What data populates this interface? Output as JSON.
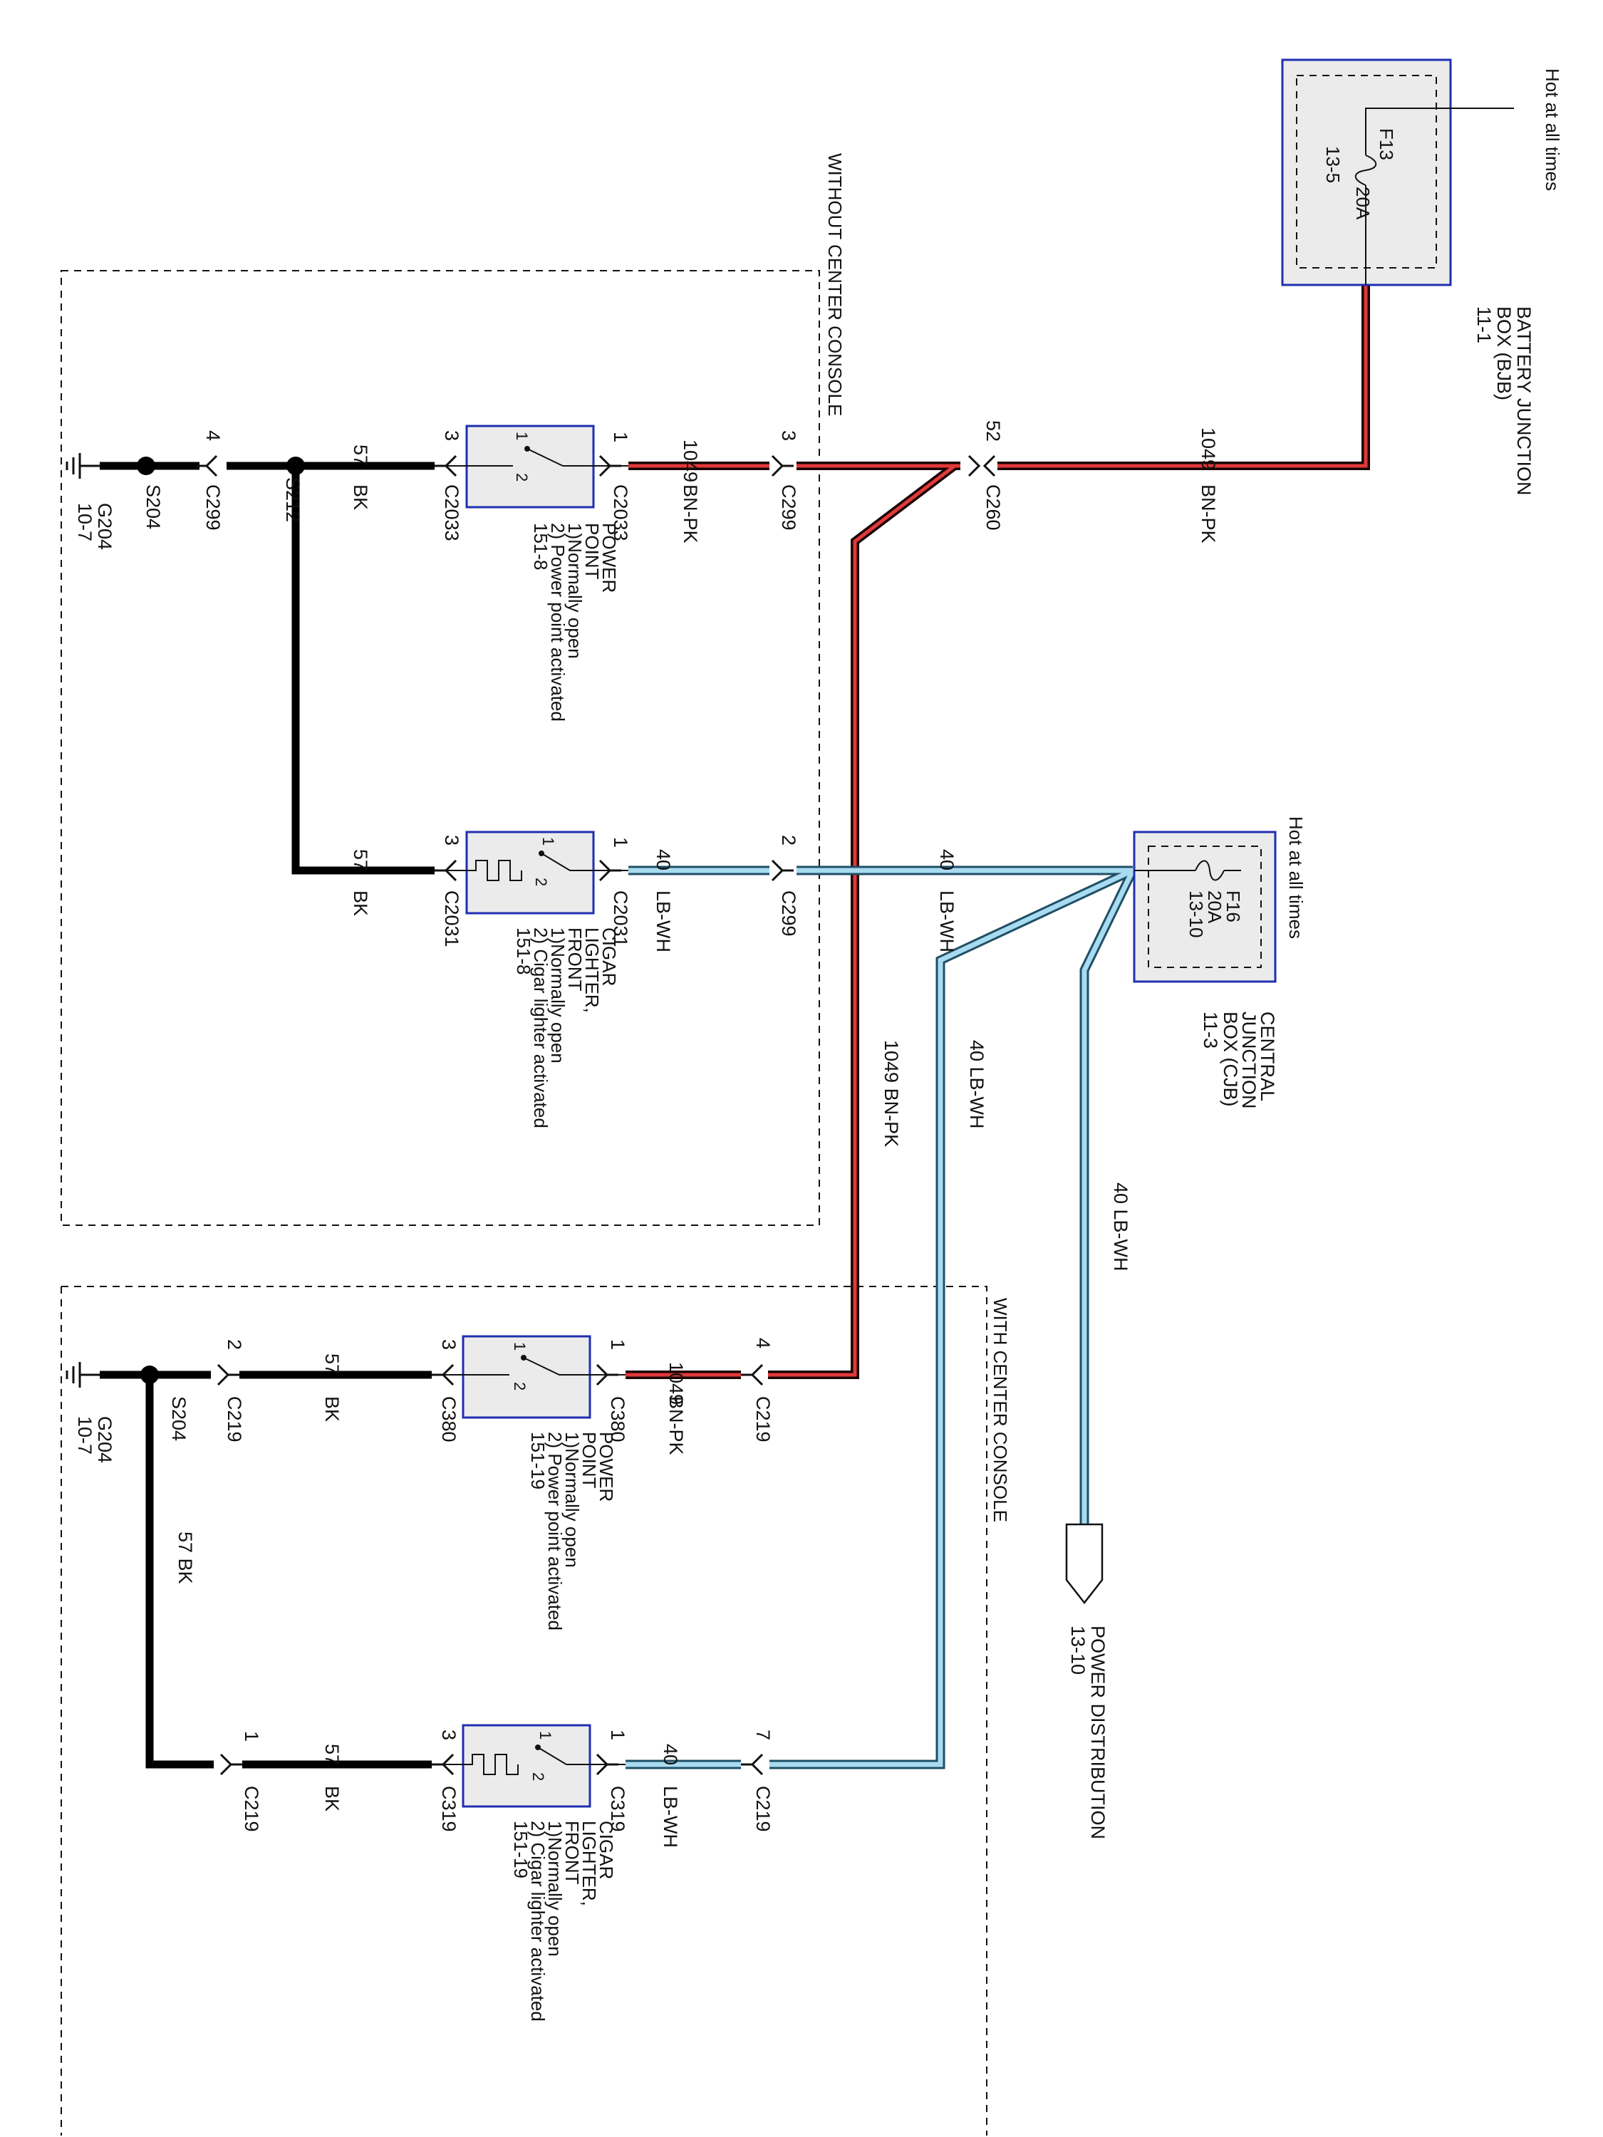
{
  "colors": {
    "bn_pk_outer": "#1a0000",
    "bn_pk_inner": "#e03a3a",
    "lb_wh_outer": "#1f4f66",
    "lb_wh_inner": "#a9dbf0",
    "bk": "#000000",
    "component_border": "#1f2fb0",
    "component_fill": "#ebebeb"
  },
  "regions": {
    "without_center_console": "WITHOUT CENTER CONSOLE",
    "with_center_console": "WITH CENTER CONSOLE"
  },
  "bjb": {
    "hot": "Hot at all times",
    "fuse_name": "F13",
    "fuse_rating": "20A",
    "fuse_ref": "13-5",
    "name_line1": "BATTERY JUNCTION",
    "name_line2": "BOX (BJB)",
    "ref": "11-1"
  },
  "cjb": {
    "hot": "Hot at all times",
    "fuse_name": "F16",
    "fuse_rating": "20A",
    "fuse_ref": "13-10",
    "name_line1": "CENTRAL",
    "name_line2": "JUNCTION",
    "name_line3": "BOX (CJB)",
    "ref": "11-3"
  },
  "power_distribution": {
    "name": "POWER DISTRIBUTION",
    "ref": "13-10"
  },
  "wires": {
    "c1049": "1049",
    "bn_pk": "BN-PK",
    "c40": "40",
    "lb_wh": "LB-WH",
    "c57": "57",
    "bk": "BK",
    "vertical_1049": "1049   BN-PK",
    "vertical_40": "40   LB-WH",
    "vertical_57": "57   BK"
  },
  "connectors": {
    "c2033": "C2033",
    "c2031": "C2031",
    "c299": "C299",
    "c260": "C260",
    "c380": "C380",
    "c319": "C319",
    "c219": "C219",
    "pin1": "1",
    "pin2": "2",
    "pin3": "3",
    "pin4": "4",
    "pin7": "7",
    "pin52": "52"
  },
  "splices": {
    "s204": "S204",
    "s212": "S212"
  },
  "grounds": {
    "g204": "G204",
    "g204_ref": "10-7"
  },
  "switch_pins": {
    "p1": "1",
    "p2": "2"
  },
  "power_point_top": {
    "line1": "POWER",
    "line2": "POINT",
    "line3": "1)Normally open",
    "line4": "2) Power point activated",
    "line5": "151-8"
  },
  "cigar_lighter_top": {
    "line1": "CIGAR",
    "line2": "LIGHTER,",
    "line3": "FRONT",
    "line4": "1)Normally open",
    "line5": "2) Cigar lighter activated",
    "line6": "151-8"
  },
  "power_point_bottom": {
    "line1": "POWER",
    "line2": "POINT",
    "line3": "1)Normally open",
    "line4": "2) Power point activated",
    "line5": "151-19"
  },
  "cigar_lighter_bottom": {
    "line1": "CIGAR",
    "line2": "LIGHTER,",
    "line3": "FRONT",
    "line4": "1)Normally open",
    "line5": "2) Cigar lighter activated",
    "line6": "151-19"
  }
}
